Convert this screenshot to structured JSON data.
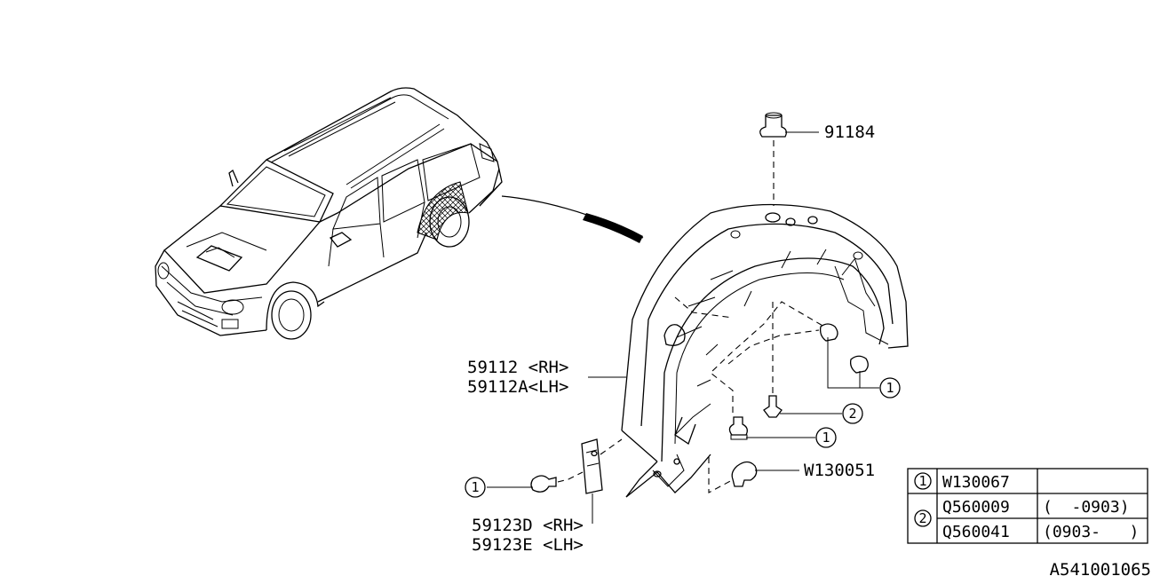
{
  "diagram": {
    "part_labels": {
      "p91184": "91184",
      "p59112_rh": "59112 <RH>",
      "p59112a_lh": "59112A<LH>",
      "p59123d_rh": "59123D <RH>",
      "p59123e_lh": "59123E <LH>",
      "w130051": "W130051"
    },
    "callouts": {
      "c1_right": "1",
      "c2_right": "2",
      "c1_mid": "1",
      "c1_left": "1"
    },
    "legend": {
      "rows": [
        {
          "key": "1",
          "part": "W130067",
          "range": ""
        },
        {
          "key": "2",
          "part": "Q560009",
          "range": "(  -0903)"
        },
        {
          "key": "",
          "part": "Q560041",
          "range": "(0903-   )"
        }
      ]
    },
    "figure_id": "A541001065"
  }
}
